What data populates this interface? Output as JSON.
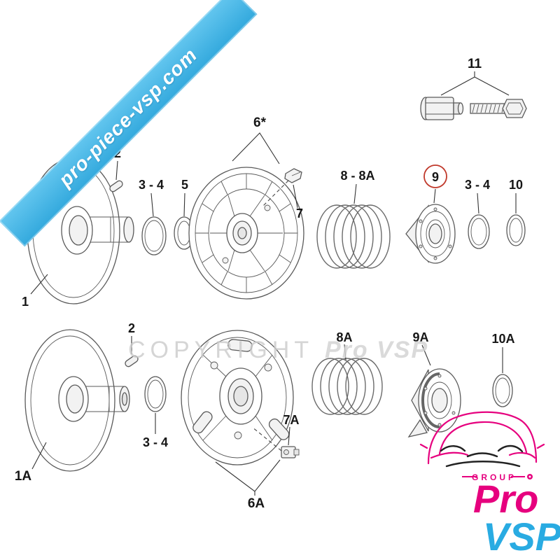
{
  "watermarks": {
    "ribbon": "pro-piece-vsp.com",
    "copyright_left": "COPYRIGHT",
    "copyright_right": "Pro VSP"
  },
  "labels": {
    "top": {
      "p1": "1",
      "p2": "2",
      "p34a": "3 - 4",
      "p5": "5",
      "p6": "6*",
      "p7": "7",
      "p88a": "8 - 8A",
      "p9": "9",
      "p34b": "3 - 4",
      "p10": "10",
      "p11": "11"
    },
    "bottom": {
      "p1a": "1A",
      "p2": "2",
      "p34": "3 - 4",
      "p6a": "6A",
      "p7a": "7A",
      "p8a": "8A",
      "p9a": "9A",
      "p10a": "10A"
    }
  },
  "logo": {
    "group": "GROUP",
    "pro": "Pro",
    "vsp": "VSP"
  },
  "colors": {
    "ribbon_blue": "#3fb4e5",
    "highlight_red": "#c0392b",
    "logo_pink": "#e6007e",
    "logo_blue": "#29abe2",
    "diagram_line": "#5a5a5a",
    "watermark_gray": "#cbcbcb"
  }
}
